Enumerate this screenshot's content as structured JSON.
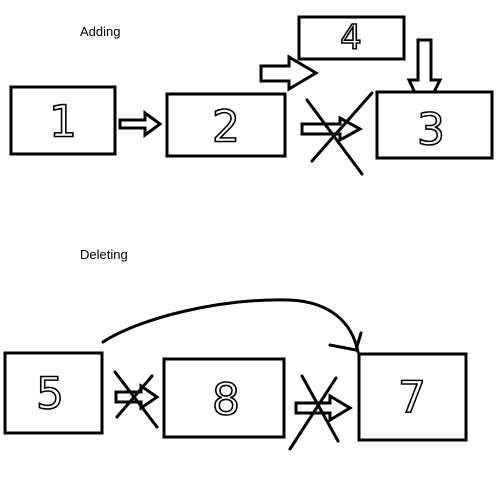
{
  "sections": {
    "adding": {
      "title": "Adding",
      "nodes": [
        "1",
        "2",
        "3",
        "4"
      ]
    },
    "deleting": {
      "title": "Deleting",
      "nodes": [
        "5",
        "8",
        "7"
      ]
    }
  },
  "colors": {
    "stroke": "#000000",
    "background": "#ffffff"
  }
}
